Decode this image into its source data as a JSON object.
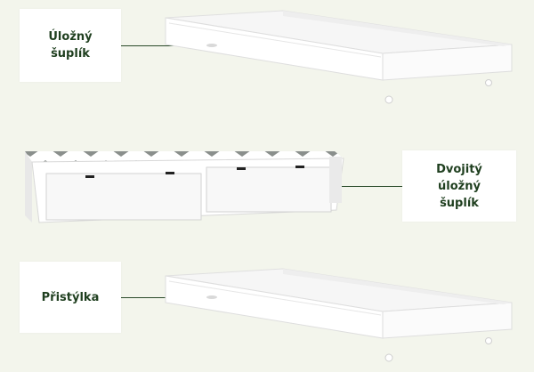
{
  "labels": {
    "storage_drawer": "Úložný\nšuplík",
    "double_storage_drawer": "Dvojitý\núložný\nšuplík",
    "extra_bed": "Přistýlka"
  },
  "colors": {
    "background": "#f3f5ec",
    "label_text": "#1f3f1f",
    "pointer_line": "#2a4a2a",
    "product_white": "#ffffff",
    "chevron_gray": "#8a8f8c"
  }
}
